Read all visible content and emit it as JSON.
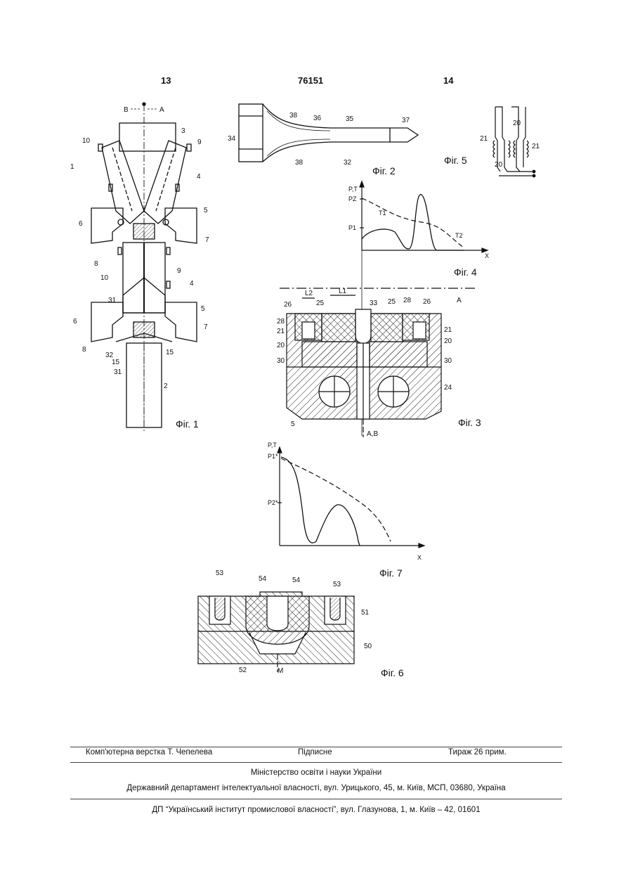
{
  "header": {
    "page_left": "13",
    "patent_number": "76151",
    "page_right": "14"
  },
  "figures": {
    "fig1": {
      "caption": "Фіг. 1",
      "axis_top": [
        "B",
        "A"
      ],
      "labels": [
        "1",
        "10",
        "3",
        "9",
        "4",
        "5",
        "6",
        "7",
        "8",
        "10",
        "9",
        "4",
        "31",
        "6",
        "5",
        "7",
        "8",
        "32",
        "15",
        "15",
        "31",
        "2"
      ]
    },
    "fig2": {
      "caption": "Фіг. 2",
      "labels": [
        "34",
        "38",
        "36",
        "35",
        "37",
        "38",
        "32"
      ]
    },
    "fig5": {
      "caption": "Фіг. 5",
      "labels": [
        "21",
        "20",
        "21",
        "20"
      ]
    },
    "fig4": {
      "caption": "Фіг. 4",
      "y_axis_label_1": "P,T",
      "y_axis_label_2": "PZ",
      "x_axis_label": "X",
      "level_label": "P1",
      "curve_labels": [
        "T1",
        "T2"
      ]
    },
    "fig3": {
      "caption": "Фіг. 3",
      "dims": [
        "L2",
        "L1"
      ],
      "axis_labels": [
        "A",
        "A,B"
      ],
      "labels": [
        "26",
        "25",
        "33",
        "25",
        "28",
        "26",
        "28",
        "21",
        "20",
        "30",
        "21",
        "20",
        "30",
        "24",
        "5"
      ]
    },
    "fig7": {
      "caption": "Фіг. 7",
      "y_axis_label": "P,T",
      "x_axis_label": "X",
      "level_labels": [
        "P1*",
        "P2*"
      ]
    },
    "fig6": {
      "caption": "Фіг. 6",
      "axis_label": "M",
      "labels": [
        "53",
        "54",
        "54",
        "53",
        "51",
        "50",
        "52"
      ]
    }
  },
  "footer": {
    "layout_by": "Комп'ютерна верстка Т. Чепелева",
    "signed": "Підписне",
    "print_run": "Тираж 26 прим.",
    "ministry": "Міністерство освіти і науки України",
    "department": "Державний департамент інтелектуальної власності, вул. Урицького, 45, м. Київ, МСП, 03680, Україна",
    "institute": "ДП “Український інститут промислової власності”, вул. Глазунова, 1, м. Київ – 42, 01601"
  }
}
